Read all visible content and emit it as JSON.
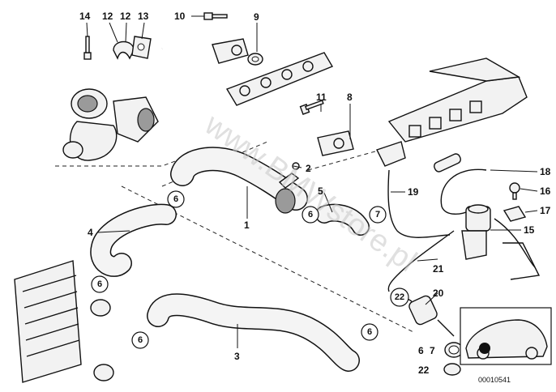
{
  "callouts": {
    "c1": "1",
    "c2": "2",
    "c3": "3",
    "c4": "4",
    "c5": "5",
    "c8": "8",
    "c9": "9",
    "c10": "10",
    "c11": "11",
    "c12a": "12",
    "c12b": "12",
    "c13": "13",
    "c14": "14",
    "c15": "15",
    "c16": "16",
    "c17": "17",
    "c18": "18",
    "c19": "19",
    "c20": "20",
    "c21": "21"
  },
  "circled": {
    "r6a": "6",
    "r6b": "6",
    "r6c": "6",
    "r6d": "6",
    "r6e": "6",
    "r7": "7",
    "r22": "22"
  },
  "legend": {
    "six": "6",
    "seven": "7",
    "twentytwo": "22"
  },
  "watermark": "www.BMWstore.pl",
  "doc_number": "00010541"
}
